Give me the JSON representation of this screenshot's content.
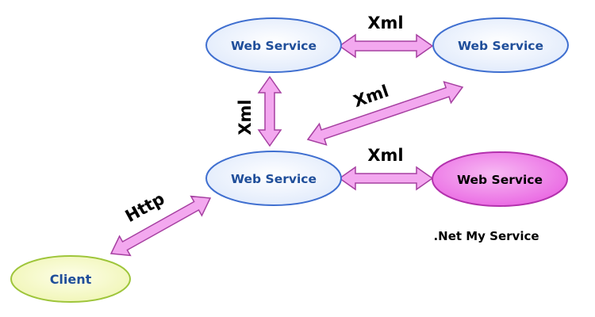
{
  "nodes": {
    "ws_top_left": {
      "label": "Web Service"
    },
    "ws_top_right": {
      "label": "Web Service"
    },
    "ws_center": {
      "label": "Web Service"
    },
    "ws_my_service": {
      "label": "Web Service"
    },
    "client": {
      "label": "Client"
    }
  },
  "edges": {
    "top_horizontal": {
      "label": "Xml"
    },
    "vertical": {
      "label": "Xml"
    },
    "diagonal": {
      "label": "Xml"
    },
    "center_horizontal": {
      "label": "Xml"
    },
    "client_link": {
      "label": "Http"
    }
  },
  "caption": ".Net My Service",
  "colors": {
    "node_fill": "#e4edfc",
    "node_stroke": "#3f6fd0",
    "node_text": "#1f4e9a",
    "my_service_fill": "#ec6ee6",
    "my_service_stroke": "#b331ad",
    "client_fill": "#f4f7c2",
    "client_stroke": "#9ec53a",
    "arrow_fill": "#f3a8ef",
    "arrow_stroke": "#a640a1",
    "label_text": "#000000"
  }
}
